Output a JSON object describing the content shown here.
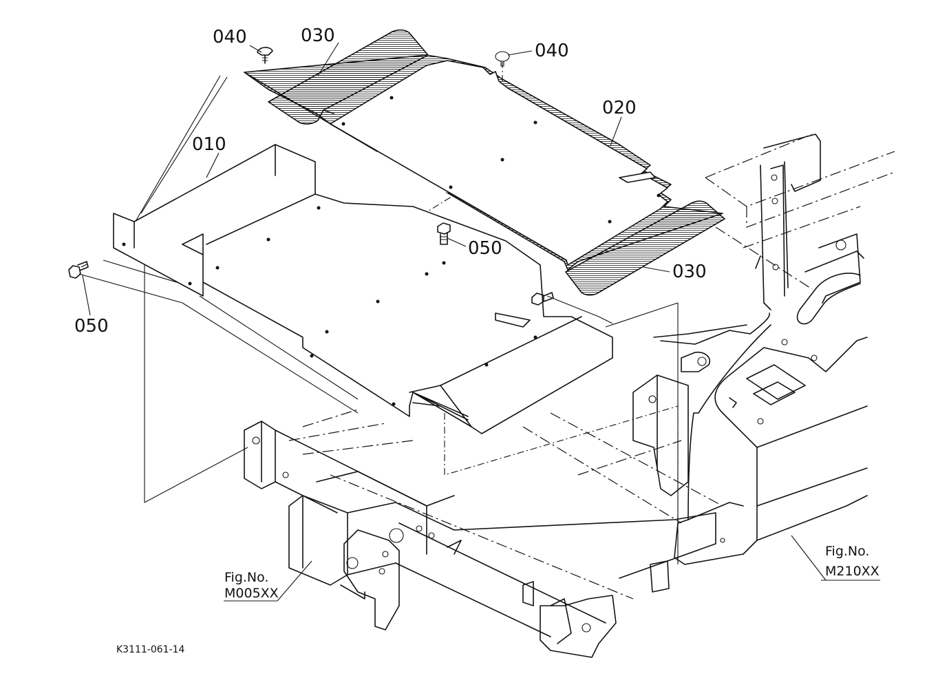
{
  "parts": {
    "p010": "010",
    "p020": "020",
    "p030_top": "030",
    "p030_bottom": "030",
    "p040_left": "040",
    "p040_right": "040",
    "p050_left": "050",
    "p050_center": "050"
  },
  "references": {
    "fig_left_line1": "Fig.No.",
    "fig_left_line2": "M005XX",
    "fig_right_line1": "Fig.No.",
    "fig_right_line2": "M210XX"
  },
  "drawing_code": "K3111-061-14",
  "colors": {
    "line": "#111111",
    "background": "#ffffff"
  }
}
